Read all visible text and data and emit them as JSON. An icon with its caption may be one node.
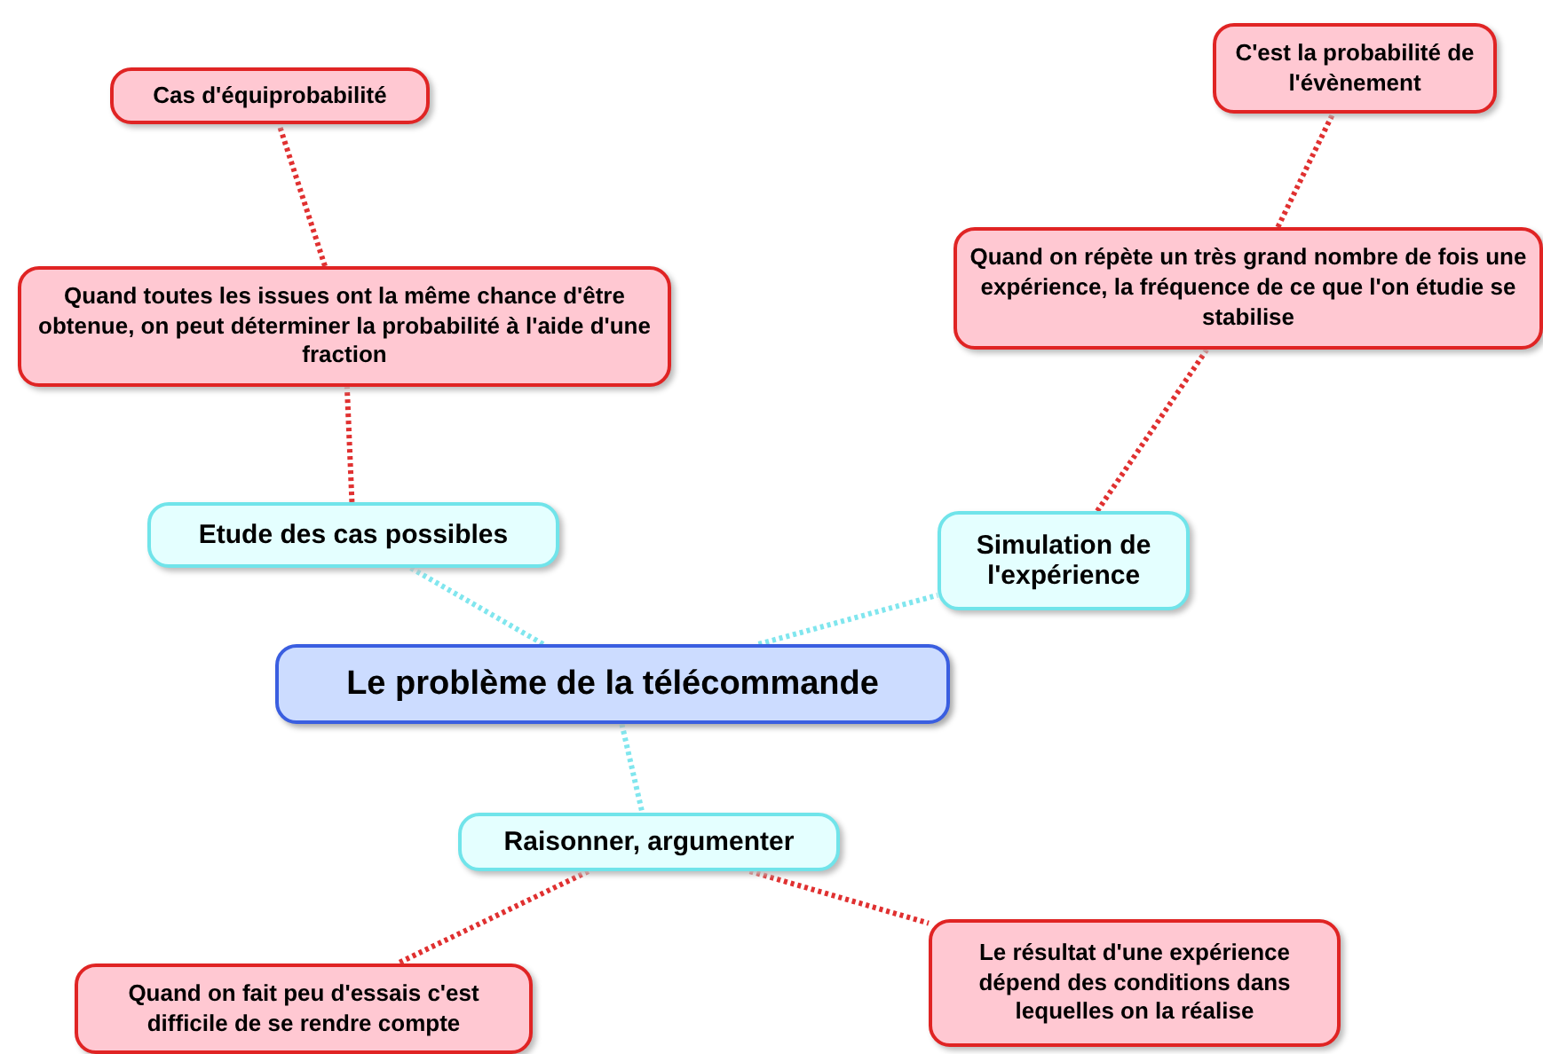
{
  "diagram": {
    "nodes": [
      {
        "text": [
          "Le problème de la télécommande"
        ]
      },
      {
        "text": [
          "Etude des cas possibles"
        ]
      },
      {
        "text": [
          "Quand toutes les issues ont la même chance d'être obtenue, on peut déterminer la probabilité à l'aide d'une fraction"
        ]
      },
      {
        "text": [
          "Cas d'équiprobabilité"
        ]
      },
      {
        "text": [
          "Simulation de l'expérience"
        ]
      },
      {
        "text": [
          "Quand on répète un très grand nombre de fois une expérience, la fréquence de ce que l'on étudie se stabilise"
        ]
      },
      {
        "text": [
          "C'est la probabilité de l'évènement"
        ]
      },
      {
        "text": [
          "Raisonner, argumenter"
        ]
      },
      {
        "text": [
          "Quand on fait peu d'essais c'est difficile de se rendre compte"
        ]
      },
      {
        "text": [
          "Le résultat d'une expérience dépend des conditions dans lequelles on la réalise"
        ]
      }
    ],
    "edges": [
      {
        "from": 0,
        "to": 1,
        "arrow": "none",
        "color": "#80e6ee"
      },
      {
        "from": 1,
        "to": 2,
        "arrow": "none"
      },
      {
        "from": 2,
        "to": 3,
        "arrow": "none"
      },
      {
        "from": 0,
        "to": 4,
        "arrow": "none",
        "color": "#80e6ee"
      },
      {
        "from": 4,
        "to": 5,
        "arrow": "none"
      },
      {
        "from": 5,
        "to": 6,
        "arrow": "none"
      },
      {
        "from": 0,
        "to": 7,
        "arrow": "none",
        "color": "#80e6ee"
      },
      {
        "from": 7,
        "to": 8,
        "arrow": "none"
      },
      {
        "from": 7,
        "to": 9,
        "arrow": "none"
      }
    ]
  }
}
